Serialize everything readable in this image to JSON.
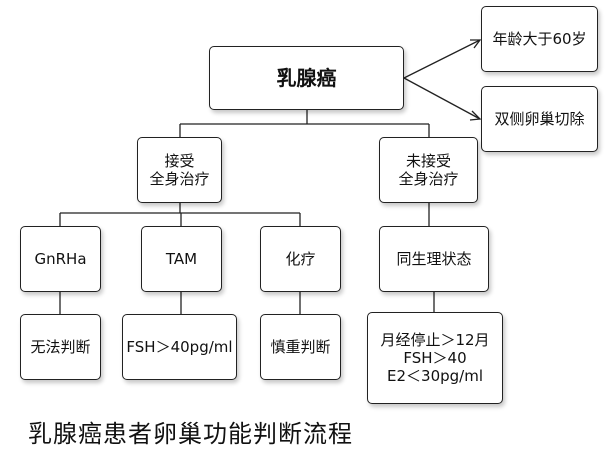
{
  "diagram": {
    "root": "乳腺癌",
    "root_conditions": [
      "年龄大于60岁",
      "双侧卵巢切除"
    ],
    "branch_received": "接受\n全身治疗",
    "branch_not_received": "未接受\n全身治疗",
    "received_children": [
      "GnRHa",
      "TAM",
      "化疗"
    ],
    "received_outcomes": [
      "无法判断",
      "FSH＞40pg/ml",
      "慎重判断"
    ],
    "not_received_child": "同生理状态",
    "not_received_outcome": "月经停止＞12月\nFSH＞40\nE2＜30pg/ml"
  },
  "caption": "乳腺癌患者卵巢功能判断流程"
}
